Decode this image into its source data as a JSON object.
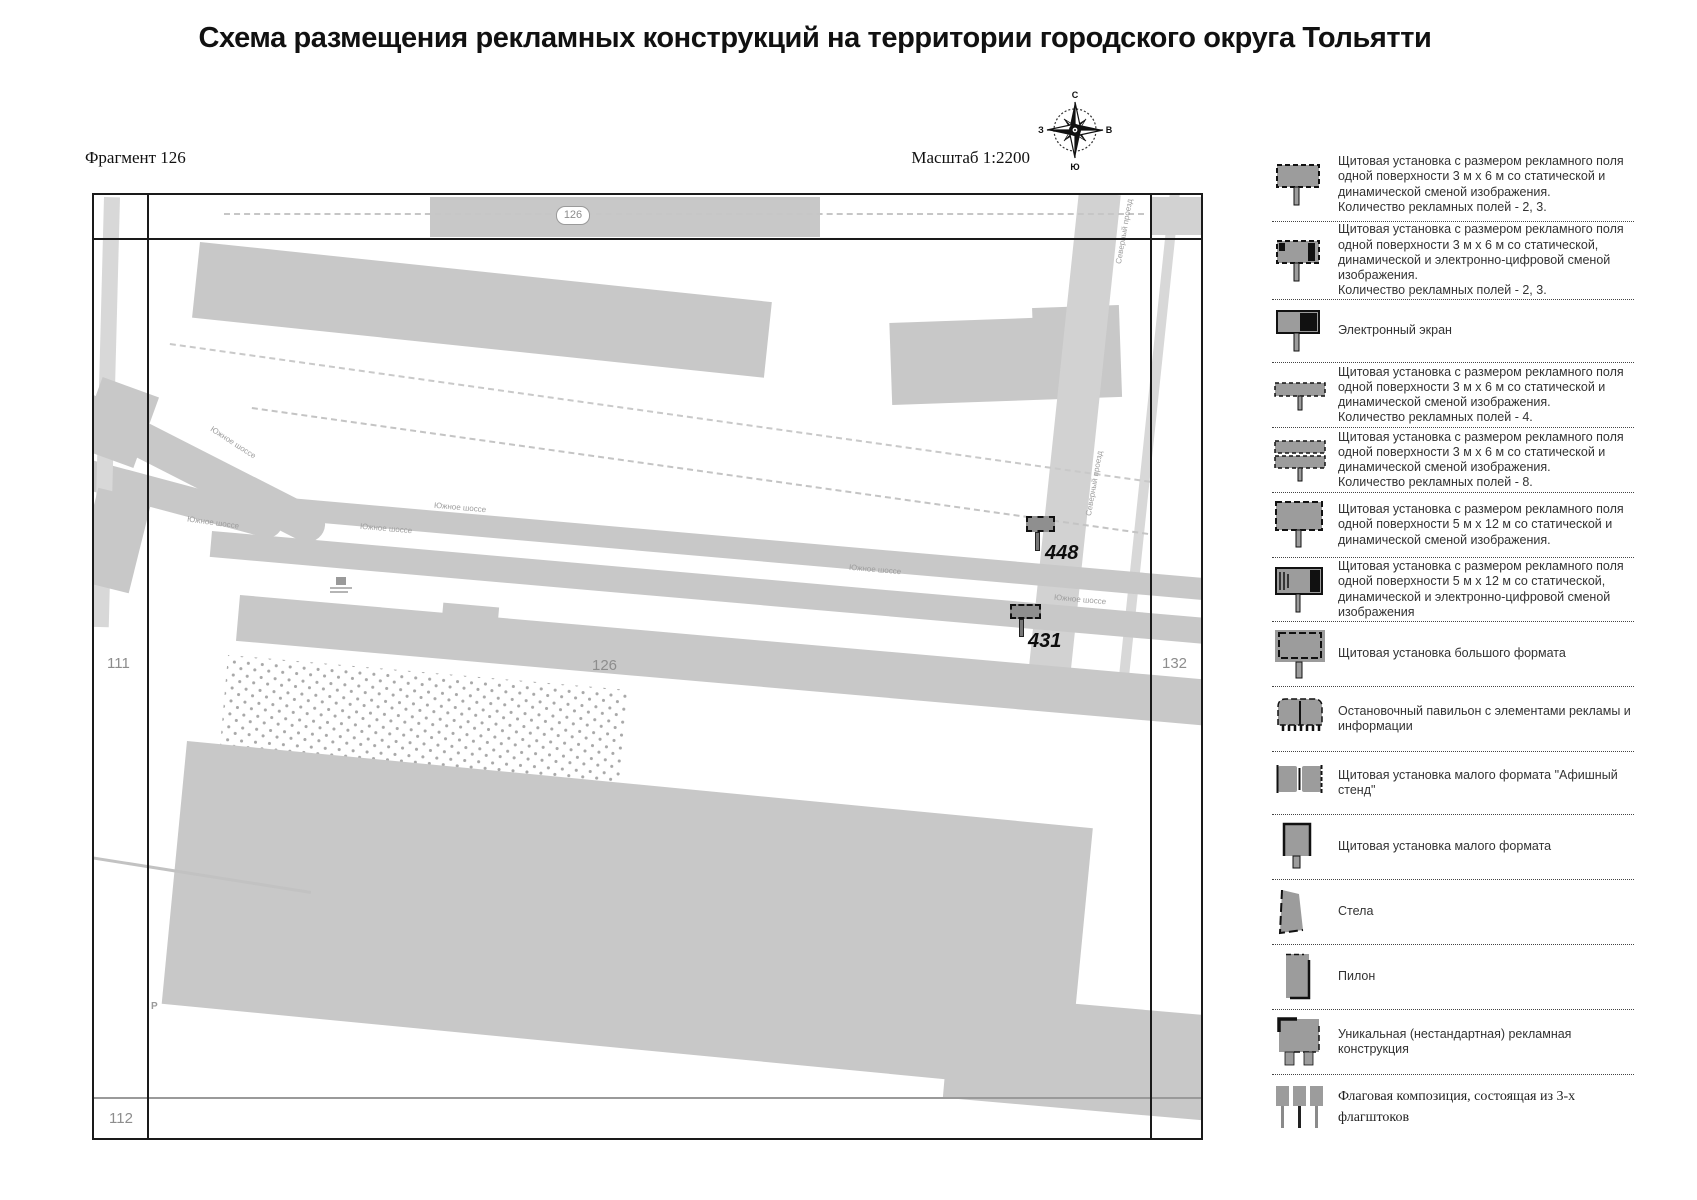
{
  "title": "Схема размещения рекламных конструкций на территории городского округа Тольятти",
  "map": {
    "fragment_label": "Фрагмент 126",
    "scale_label": "Масштаб 1:2200",
    "compass": {
      "n": "С",
      "s": "Ю",
      "e": "В",
      "w": "З"
    },
    "labels": {
      "top_sector": "126",
      "left_sector": "111",
      "bottom_left_sector": "112",
      "right_sector": "132",
      "center_sector": "126"
    },
    "markers": [
      {
        "number": "448"
      },
      {
        "number": "431"
      }
    ],
    "roads": {
      "south_highway": "Южное шоссе",
      "north_drive": "Северный проезд"
    },
    "parking_label": "Р"
  },
  "legend": {
    "items": [
      {
        "icon": "billboard-3x6-static-icon",
        "text": "Щитовая установка с размером рекламного поля\nодной поверхности 3 м х 6 м со статической и\nдинамической сменой изображения.\nКоличество рекламных полей - 2, 3."
      },
      {
        "icon": "billboard-3x6-digital-icon",
        "text": "Щитовая установка с размером рекламного поля\nодной поверхности 3 м х 6 м со статической,\nдинамической и электронно-цифровой сменой\nизображения.\nКоличество рекламных полей - 2, 3."
      },
      {
        "icon": "electronic-screen-icon",
        "text": "Электронный экран"
      },
      {
        "icon": "billboard-3x6-4fields-icon",
        "text": "Щитовая установка с размером рекламного поля\nодной поверхности 3 м х 6 м со статической и\nдинамической сменой изображения.\nКоличество рекламных полей - 4."
      },
      {
        "icon": "billboard-3x6-8fields-icon",
        "text": "Щитовая установка с размером рекламного поля\nодной поверхности 3 м х 6 м со статической и\nдинамической сменой изображения.\nКоличество рекламных полей - 8."
      },
      {
        "icon": "billboard-5x12-static-icon",
        "text": "Щитовая установка с размером рекламного поля\nодной поверхности 5 м х 12 м со статической и\nдинамической сменой изображения."
      },
      {
        "icon": "billboard-5x12-digital-icon",
        "text": "Щитовая установка с размером рекламного поля\nодной поверхности 5 м х 12 м со статической,\nдинамической и электронно-цифровой сменой\nизображения"
      },
      {
        "icon": "large-format-billboard-icon",
        "text": "Щитовая установка большого формата"
      },
      {
        "icon": "bus-stop-pavilion-icon",
        "text": "Остановочный павильон с элементами рекламы и\nинформации"
      },
      {
        "icon": "poster-stand-icon",
        "text": "Щитовая установка малого формата \"Афишный\nстенд\""
      },
      {
        "icon": "small-format-billboard-icon",
        "text": "Щитовая установка малого формата"
      },
      {
        "icon": "stela-icon",
        "text": "Стела"
      },
      {
        "icon": "pylon-icon",
        "text": "Пилон"
      },
      {
        "icon": "unique-construction-icon",
        "text": "Уникальная (нестандартная) рекламная\nконструкция"
      },
      {
        "icon": "flag-composition-icon",
        "text": "Флаговая композиция, состоящая из 3-х\nфлагштоков"
      }
    ]
  }
}
